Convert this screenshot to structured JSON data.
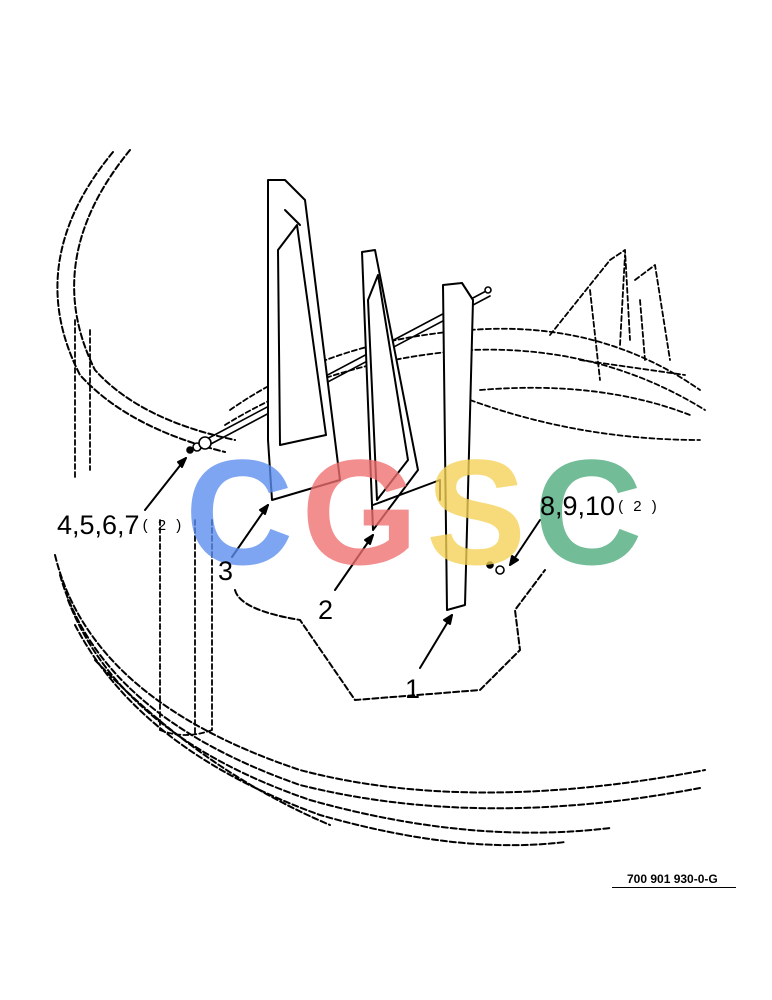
{
  "callouts": {
    "group_left": {
      "label": "4,5,6,7",
      "qty": "( 2 )"
    },
    "group_right": {
      "label": "8,9,10",
      "qty": "( 2 )"
    },
    "part_1": "1",
    "part_2": "2",
    "part_3": "3"
  },
  "part_code": "700 901 930-0-G",
  "watermark": {
    "letters": [
      "C",
      "G",
      "S",
      "C"
    ],
    "colors": [
      "#5b8def",
      "#ef6f6f",
      "#f5d255",
      "#4caa7c"
    ]
  },
  "colors": {
    "line": "#000000",
    "background": "#ffffff"
  }
}
